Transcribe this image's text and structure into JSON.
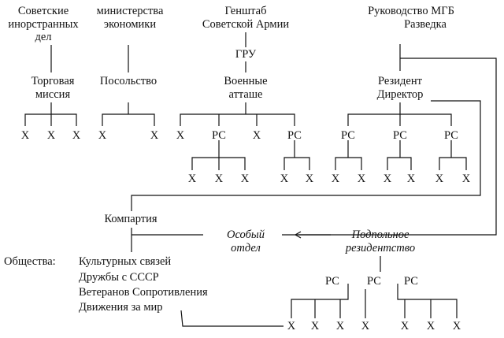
{
  "soviet_ministries": {
    "foreign": [
      "Советские",
      "инорстранных",
      "дел"
    ],
    "economy": [
      "министерства",
      "экономики"
    ]
  },
  "general_staff": [
    "Генштаб",
    "Советской Армии"
  ],
  "gru": "ГРУ",
  "mgb": [
    "Руководство МГБ",
    "Разведка"
  ],
  "trade_mission": [
    "Торговая",
    "миссия"
  ],
  "embassy": "Посольство",
  "military_attache": [
    "Военные",
    "атташе"
  ],
  "resident": [
    "Резидент",
    "Директор"
  ],
  "agent_label": "X",
  "rs_label": "РС",
  "communist_party": "Компартия",
  "special_department": [
    "Особый",
    "отдел"
  ],
  "underground_residency": [
    "Подпольное",
    "резидентство"
  ],
  "societies": {
    "label": "Общества:",
    "items": [
      "Культурных связей",
      "Дружбы с СССР",
      "Ветеранов Сопротивления",
      "Движения за мир"
    ]
  }
}
